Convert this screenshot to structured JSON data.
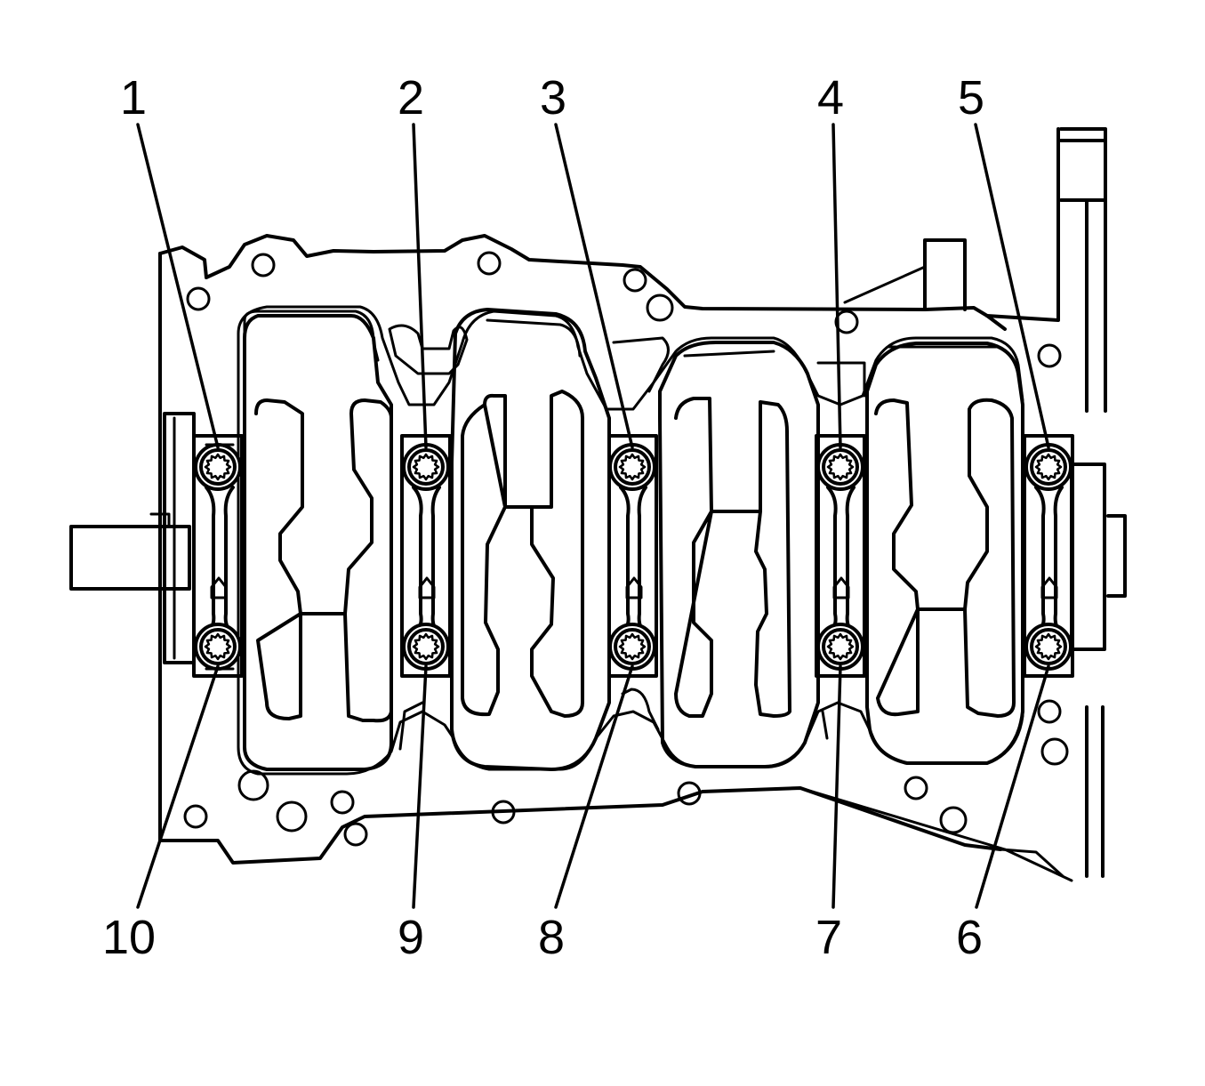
{
  "diagram": {
    "bolt_labels": {
      "b1": "1",
      "b2": "2",
      "b3": "3",
      "b4": "4",
      "b5": "5",
      "b6": "6",
      "b7": "7",
      "b8": "8",
      "b9": "9",
      "b10": "10"
    },
    "line_color": "#000000",
    "background": "#ffffff"
  }
}
